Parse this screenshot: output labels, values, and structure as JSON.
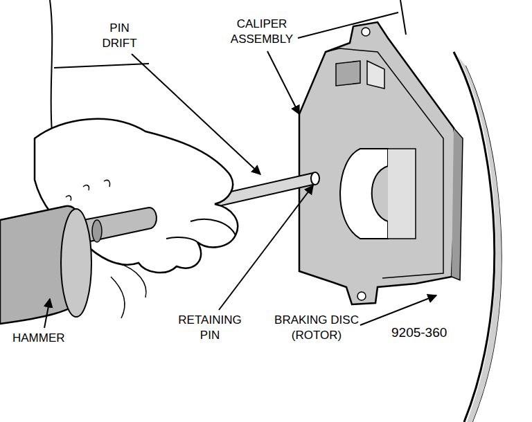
{
  "diagram": {
    "labels": [
      "PIN DRIFT",
      "CALIPER ASSEMBLY",
      "HAMMER",
      "RETAINING PIN",
      "BRAKING DISC (ROTOR)",
      "9205-360"
    ]
  }
}
